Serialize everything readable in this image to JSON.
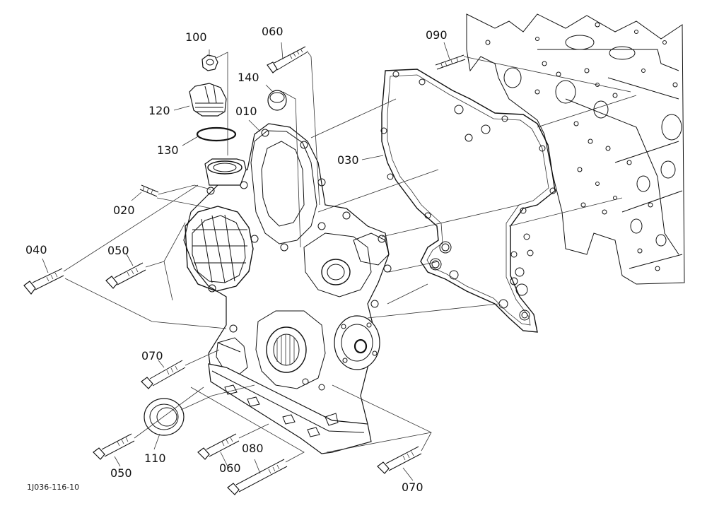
{
  "diagram": {
    "drawing_code": "1J036-116-10",
    "callouts": [
      {
        "id": "c100",
        "text": "100"
      },
      {
        "id": "c060a",
        "text": "060"
      },
      {
        "id": "c090",
        "text": "090"
      },
      {
        "id": "c140",
        "text": "140"
      },
      {
        "id": "c120",
        "text": "120"
      },
      {
        "id": "c010",
        "text": "010"
      },
      {
        "id": "c130",
        "text": "130"
      },
      {
        "id": "c030",
        "text": "030"
      },
      {
        "id": "c020",
        "text": "020"
      },
      {
        "id": "c040",
        "text": "040"
      },
      {
        "id": "c050a",
        "text": "050"
      },
      {
        "id": "c070a",
        "text": "070"
      },
      {
        "id": "c110",
        "text": "110"
      },
      {
        "id": "c050b",
        "text": "050"
      },
      {
        "id": "c060b",
        "text": "060"
      },
      {
        "id": "c080",
        "text": "080"
      },
      {
        "id": "c070b",
        "text": "070"
      }
    ]
  }
}
